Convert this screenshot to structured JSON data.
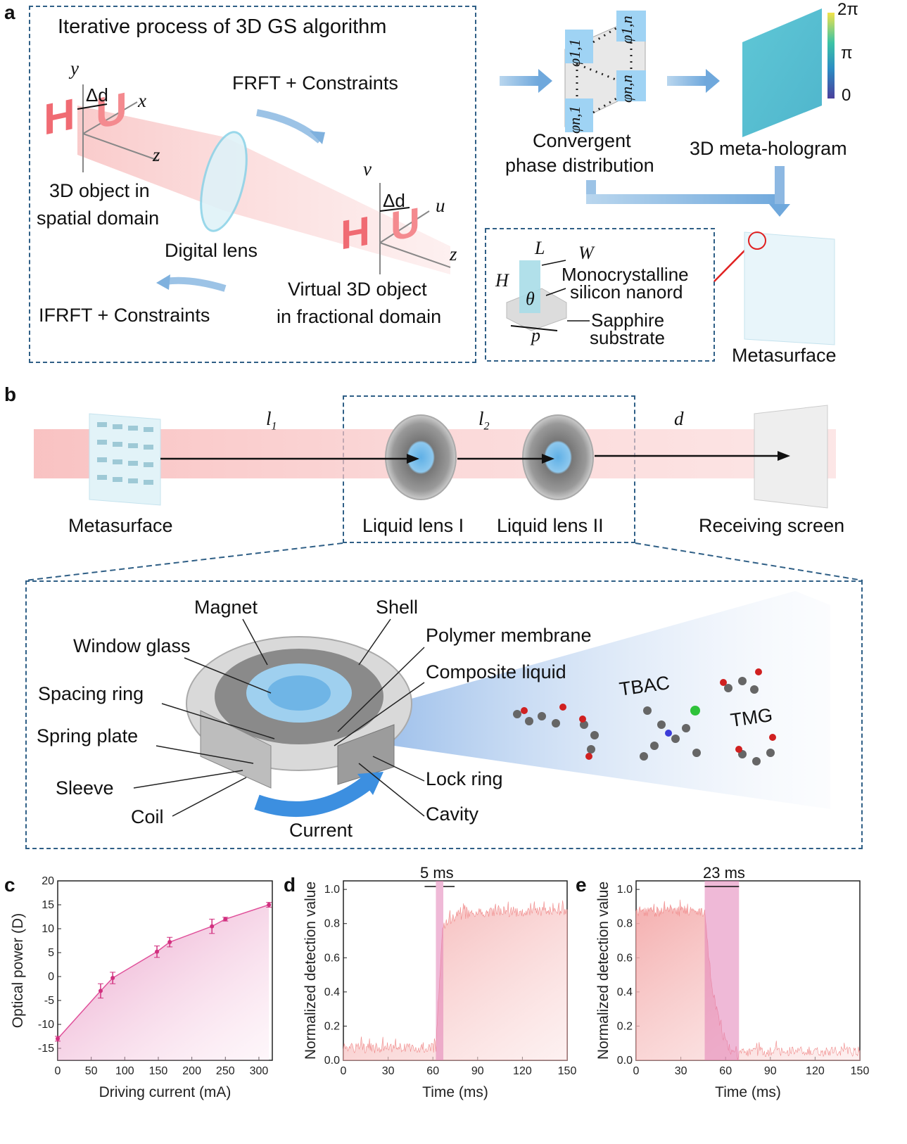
{
  "panel_a": {
    "label": "a",
    "title": "Iterative process of 3D GS algorithm",
    "obj_label_1": "3D object in",
    "obj_label_2": "spatial domain",
    "lens_label": "Digital lens",
    "frft": "FRFT + Constraints",
    "ifrft": "IFRFT + Constraints",
    "virt_1": "Virtual 3D object",
    "virt_2": "in fractional domain",
    "axes_object": {
      "x": "x",
      "y": "y",
      "z": "z",
      "delta": "Δd"
    },
    "axes_virtual": {
      "u": "u",
      "v": "v",
      "z": "z",
      "delta": "Δd"
    },
    "letters": [
      "H",
      "U"
    ],
    "phase_labels": [
      "φ1,1",
      "φ1,n",
      "φn,1",
      "φn,n"
    ],
    "conv_1": "Convergent",
    "conv_2": "phase distribution",
    "meta_holo": "3D meta-hologram",
    "colorbar": [
      "2π",
      "π",
      "0"
    ],
    "nanorod": {
      "L": "L",
      "W": "W",
      "H": "H",
      "theta": "θ",
      "p": "p",
      "mono_1": "Monocrystalline",
      "mono_2": "silicon nanord",
      "sapph_1": "Sapphire",
      "sapph_2": "substrate"
    },
    "metasurface": "Metasurface"
  },
  "panel_b": {
    "label": "b",
    "l1": "l",
    "l1_sub": "1",
    "l2": "l",
    "l2_sub": "2",
    "d": "d",
    "metasurface": "Metasurface",
    "lens1": "Liquid lens I",
    "lens2": "Liquid lens II",
    "screen": "Receiving screen",
    "parts": {
      "magnet": "Magnet",
      "shell": "Shell",
      "window_glass": "Window glass",
      "polymer": "Polymer membrane",
      "composite": "Composite liquid",
      "spacing": "Spacing ring",
      "spring": "Spring plate",
      "sleeve": "Sleeve",
      "coil": "Coil",
      "lock": "Lock ring",
      "cavity": "Cavity",
      "current": "Current",
      "tbac": "TBAC",
      "tmg": "TMG"
    }
  },
  "panel_c": {
    "label": "c"
  },
  "panel_d": {
    "label": "d",
    "marker": "5 ms"
  },
  "panel_e": {
    "label": "e",
    "marker": "23 ms"
  },
  "colors": {
    "frame": "#2f5f86",
    "beam": "#f4a6a6",
    "accent": "#e0509a",
    "arrow": "#6fa8dc"
  },
  "chart_data": [
    {
      "type": "line",
      "xlabel": "Driving current (mA)",
      "ylabel": "Optical power (D)",
      "xlim": [
        0,
        320
      ],
      "ylim": [
        -17.5,
        20
      ],
      "xticks": [
        0,
        50,
        100,
        150,
        200,
        250,
        300
      ],
      "yticks": [
        -15,
        -10,
        -5,
        0,
        5,
        10,
        15,
        20
      ],
      "x": [
        0,
        64,
        82,
        148,
        167,
        230,
        250,
        315
      ],
      "y": [
        -13.0,
        -3.0,
        -0.3,
        5.2,
        7.2,
        10.5,
        12.0,
        15.0
      ],
      "err": [
        0.5,
        1.5,
        1.2,
        1.2,
        1.0,
        1.5,
        0.4,
        0.5
      ]
    },
    {
      "type": "area",
      "xlabel": "Time (ms)",
      "ylabel": "Normalized detection value",
      "xlim": [
        0,
        150
      ],
      "ylim": [
        0,
        1.05
      ],
      "xticks": [
        0,
        30,
        60,
        90,
        120,
        150
      ],
      "yticks": [
        0.0,
        0.2,
        0.4,
        0.6,
        0.8,
        1.0
      ],
      "low_level": 0.1,
      "high_level": 0.9,
      "transition_start": 62,
      "transition_end": 67,
      "annotation": "5 ms"
    },
    {
      "type": "area",
      "xlabel": "Time (ms)",
      "ylabel": "Normalized detection value",
      "xlim": [
        0,
        150
      ],
      "ylim": [
        0,
        1.05
      ],
      "xticks": [
        0,
        30,
        60,
        90,
        120,
        150
      ],
      "yticks": [
        0.0,
        0.2,
        0.4,
        0.6,
        0.8,
        1.0
      ],
      "low_level": 0.08,
      "high_level": 0.9,
      "transition_start": 46,
      "transition_end": 69,
      "annotation": "23 ms"
    }
  ]
}
